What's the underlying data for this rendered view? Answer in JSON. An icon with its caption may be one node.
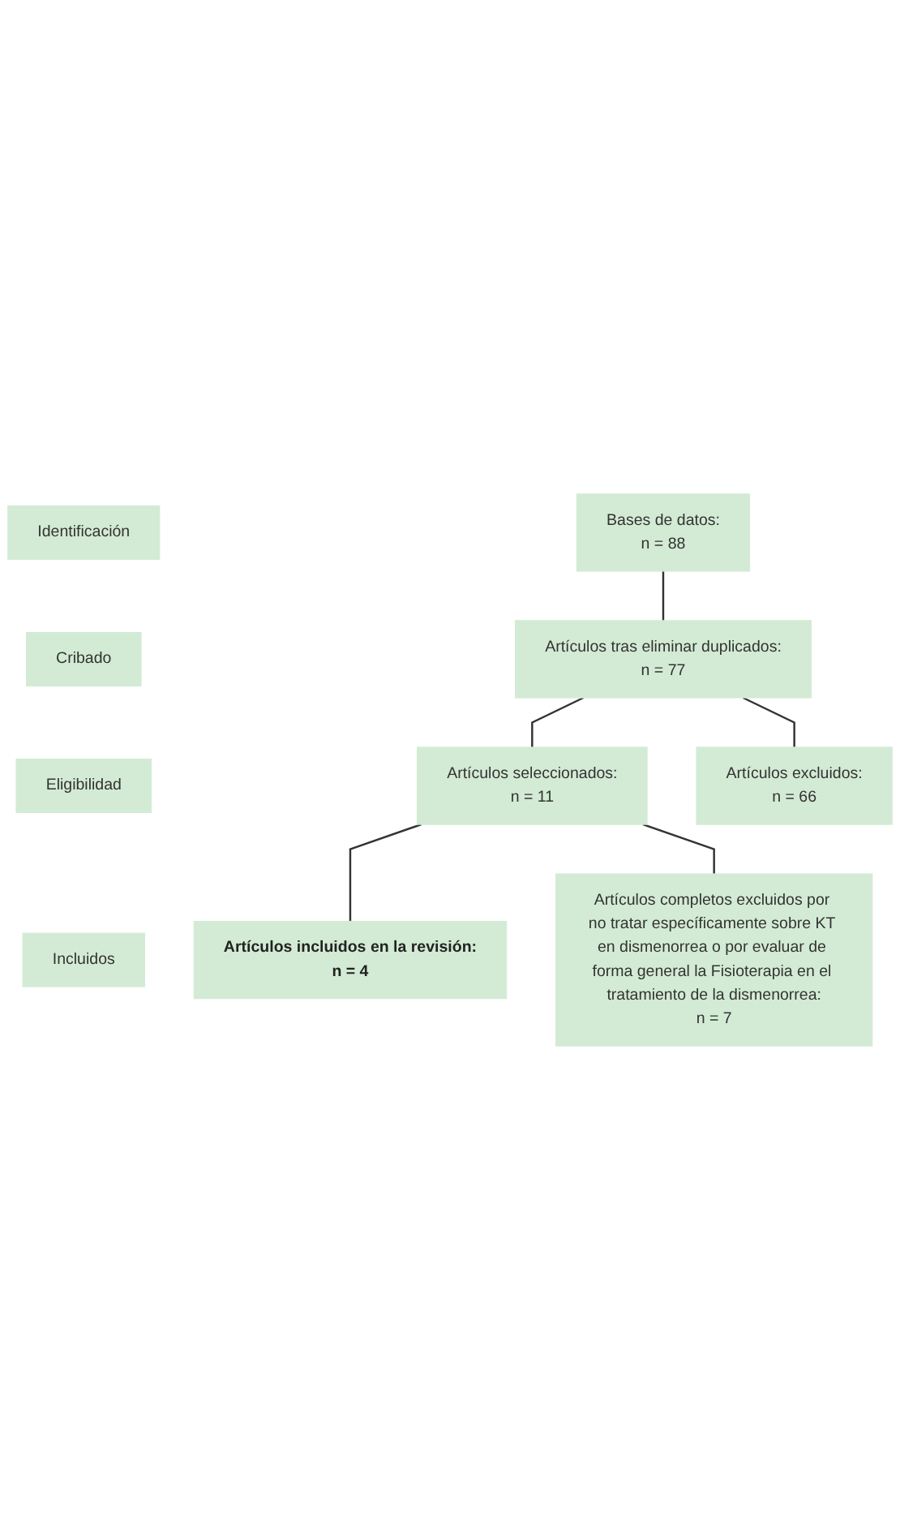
{
  "diagram": {
    "nodes": [
      {
        "text": [
          "Identificación"
        ]
      },
      {
        "text": [
          "Bases de datos:",
          "n = 88"
        ]
      },
      {
        "text": [
          "Cribado"
        ]
      },
      {
        "text": [
          "Artículos tras eliminar duplicados:",
          "n = 77"
        ]
      },
      {
        "text": [
          "Artículos excluidos:",
          "n = 66"
        ]
      },
      {
        "text": [
          "Artículos seleccionados:",
          "n = 11"
        ]
      },
      {
        "text": [
          "Eligibilidad"
        ]
      },
      {
        "text": [
          "Artículos completos excluidos por no tratar específicamente sobre KT en dismenorrea o por evaluar de forma general la Fisioterapia en el tratamiento de la dismenorrea:",
          "n = 7"
        ]
      },
      {
        "text": [
          "Incluidos"
        ]
      },
      {
        "text": [
          "Artículos incluidos en la revisión:",
          "n = 4"
        ]
      }
    ],
    "edges": [
      {
        "from": 1,
        "to": 3,
        "arrow": "none"
      },
      {
        "from": 3,
        "to": 5,
        "arrow": "none"
      },
      {
        "from": 3,
        "to": 4,
        "arrow": "none"
      },
      {
        "from": 5,
        "to": 9,
        "arrow": "none"
      },
      {
        "from": 5,
        "to": 7,
        "arrow": "none"
      }
    ]
  }
}
